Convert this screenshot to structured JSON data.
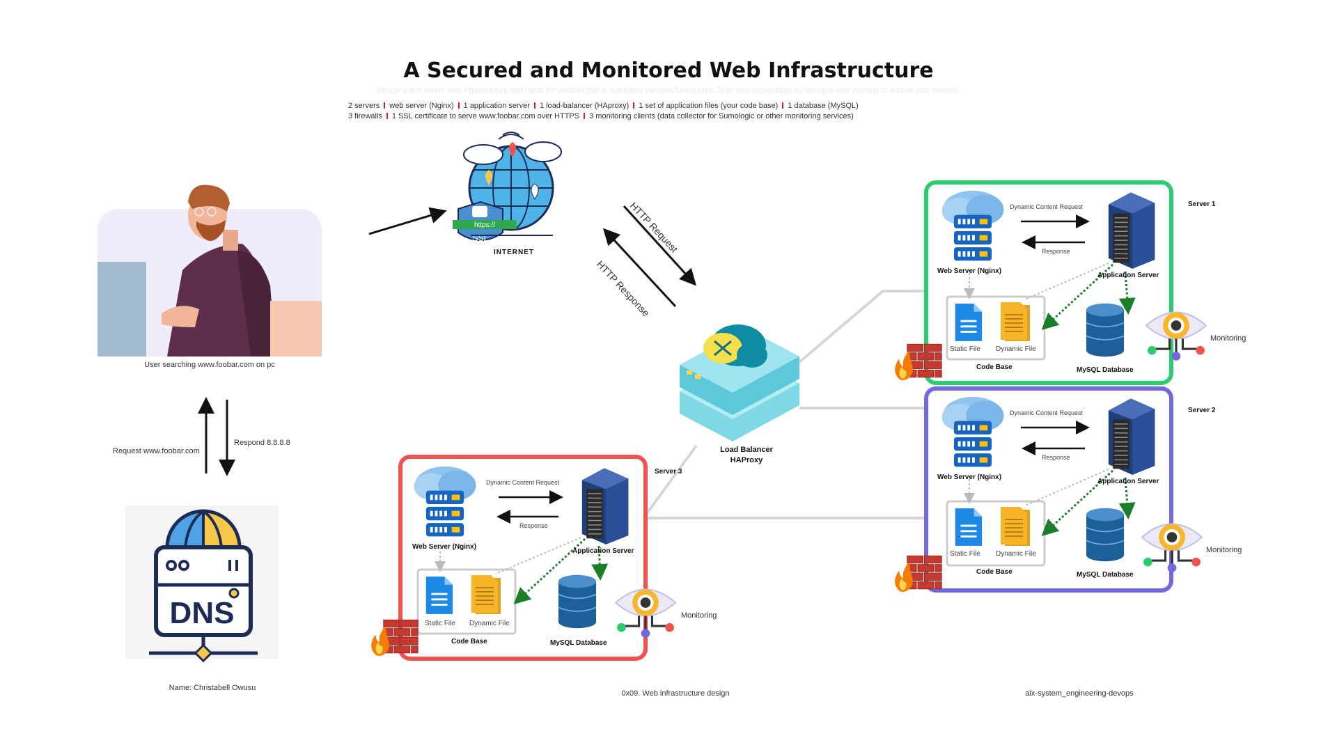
{
  "title": "A Secured and Monitored Web Infrastructure",
  "subtitle": "Design a one server web infrastructure that hosts the website that is reachable via www.foobar.com. Start your explanation by having a user wanting to access your website.",
  "requirements": {
    "line1": [
      "2 servers",
      "web server (Nginx)",
      "1 application server",
      "1 load-balancer (HAproxy)",
      "1 set of application files (your code base)",
      "1 database (MySQL)"
    ],
    "line2": [
      "3 firewalls",
      "1 SSL certificate to serve www.foobar.com over HTTPS",
      "3 monitoring clients (data collector for Sumologic or other monitoring services)"
    ]
  },
  "user": {
    "caption": "User searching www.foobar.com on pc"
  },
  "dns": {
    "request": "Request www.foobar.com",
    "respond": "Respond 8.8.8.8",
    "icon_text": "DNS"
  },
  "internet": {
    "label": "INTERNET",
    "https_tag": "https://",
    "ssl_text": "SSL"
  },
  "http": {
    "request": "HTTP Request",
    "response": "HTTP Response"
  },
  "load_balancer": {
    "line1": "Load Balancer",
    "line2": "HAProxy"
  },
  "servers": [
    {
      "name": "Server 1",
      "color": "#2ecc71"
    },
    {
      "name": "Server 2",
      "color": "#7468e0"
    },
    {
      "name": "Server 3",
      "color": "#ef5350"
    }
  ],
  "server_parts": {
    "web": "Web Server (Nginx)",
    "app": "Application Server",
    "dyn_req": "Dynamic Content Request",
    "response": "Response",
    "static": "Static File",
    "dynamic": "Dynamic File",
    "codebase": "Code Base",
    "db": "MySQL  Database",
    "monitor": "Monitoring"
  },
  "footer": {
    "name": "Name: Christabell Owusu",
    "project": "0x09. Web infrastructure design",
    "repo": "alx-system_engineering-devops"
  }
}
